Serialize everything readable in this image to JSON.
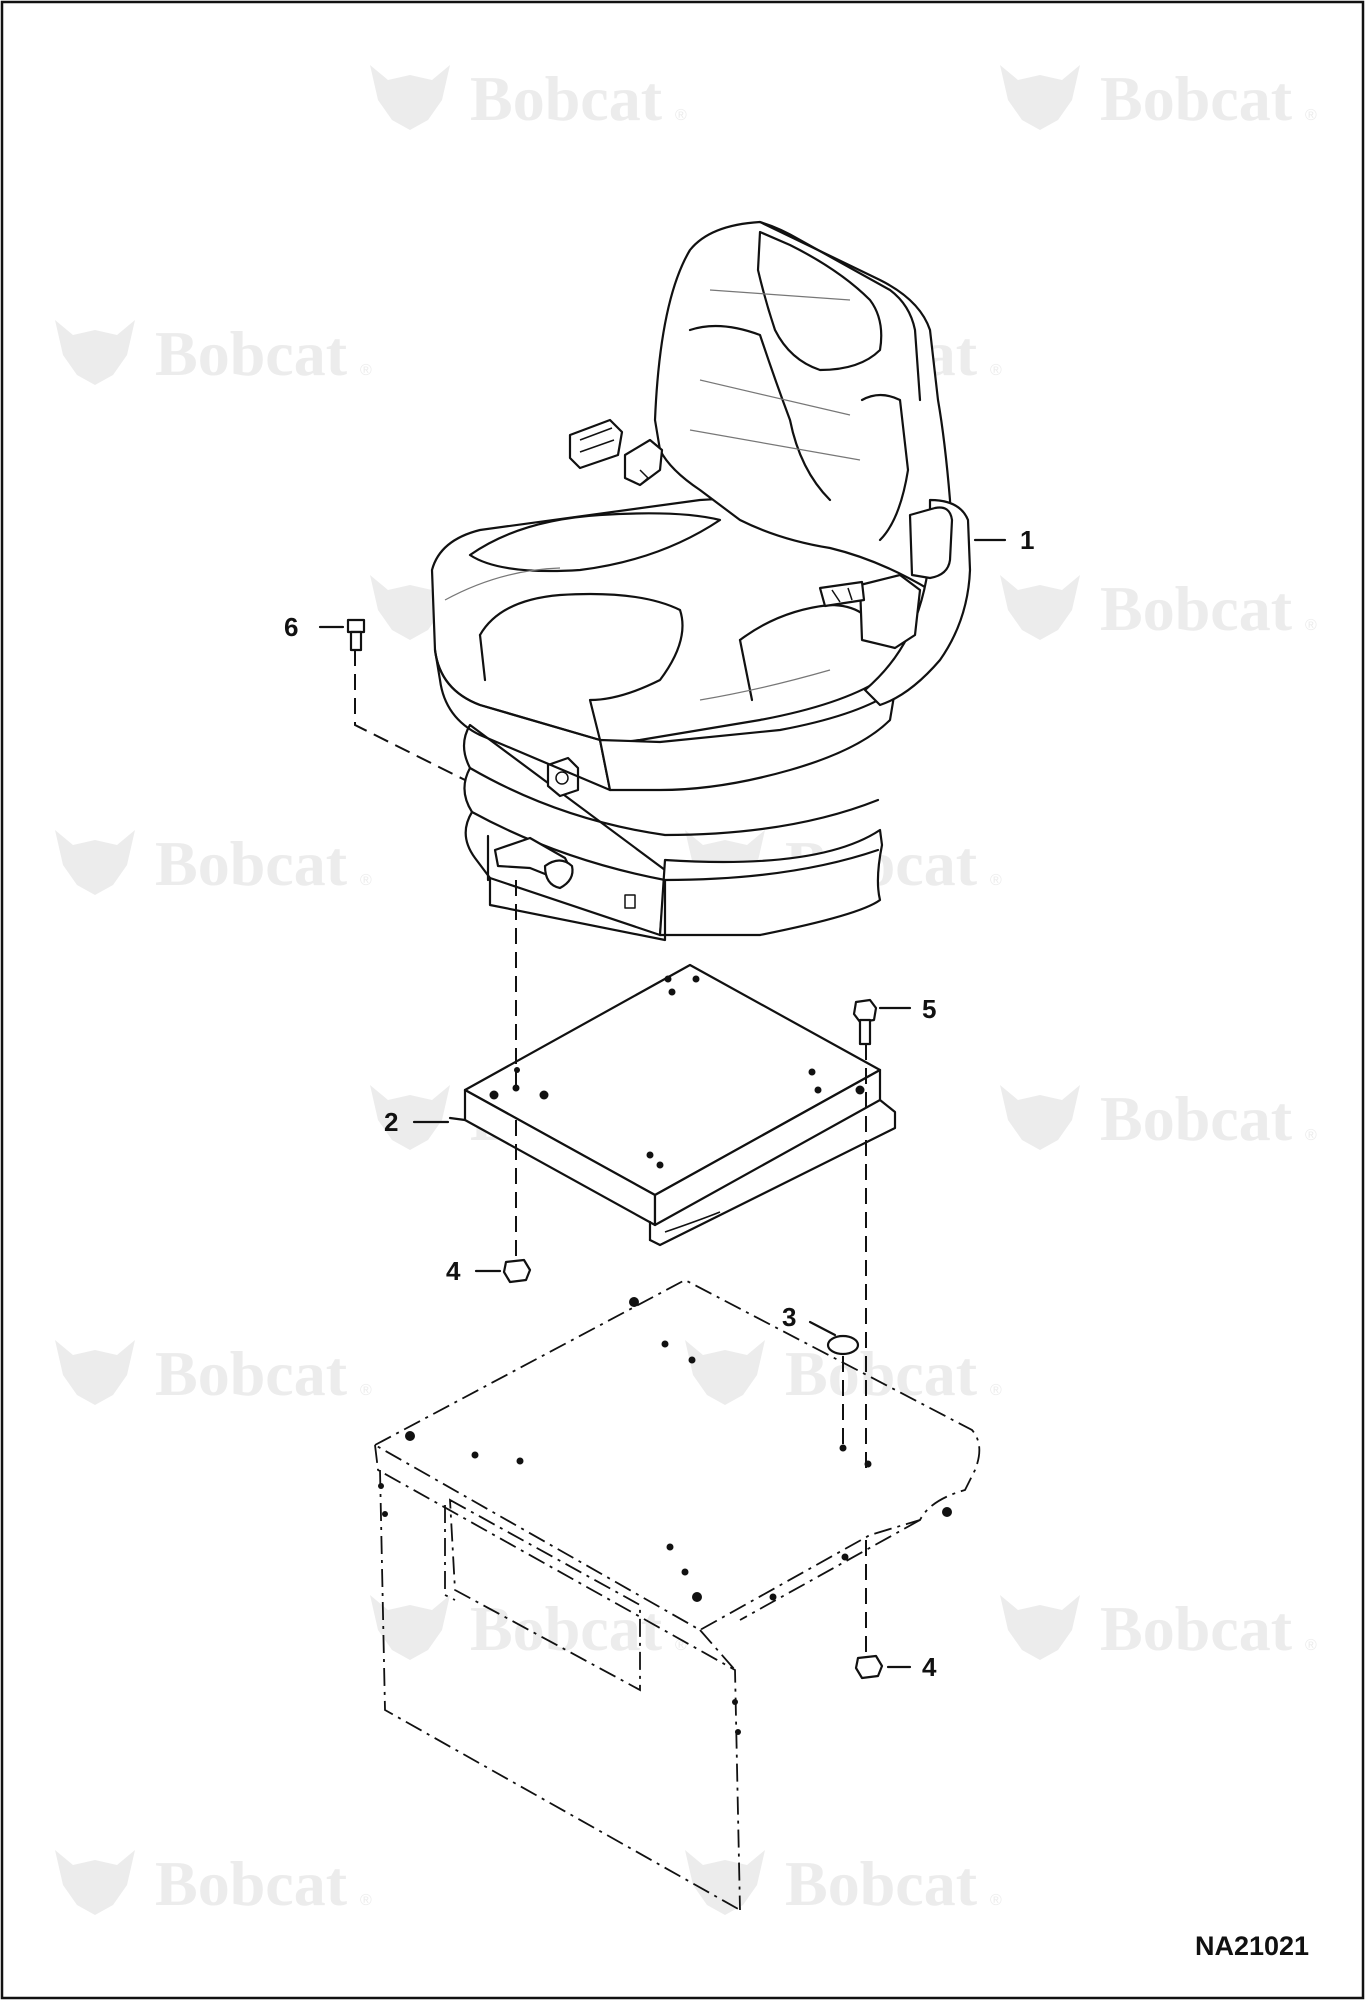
{
  "watermark": {
    "brand": "Bobcat",
    "registered_mark": "®"
  },
  "callouts": [
    {
      "label": "1",
      "name": "seat-assembly"
    },
    {
      "label": "2",
      "name": "mounting-plate"
    },
    {
      "label": "3",
      "name": "plug"
    },
    {
      "label": "4",
      "name": "nut-left"
    },
    {
      "label": "4",
      "name": "nut-right"
    },
    {
      "label": "5",
      "name": "bolt-plate"
    },
    {
      "label": "6",
      "name": "bolt-seat"
    }
  ],
  "figure_id": "NA21021",
  "colors": {
    "line": "#111111",
    "watermark": "#ececec",
    "background": "#ffffff"
  }
}
